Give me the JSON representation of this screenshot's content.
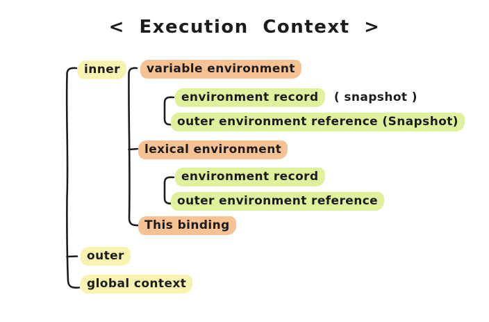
{
  "title": "< Execution Context >",
  "colors": {
    "yellow": "#F9F3B2",
    "orange": "#F6C294",
    "green": "#E0F19E",
    "ink": "#1C1C1C"
  },
  "nodes": {
    "inner": {
      "label": "inner",
      "highlight": "yellow"
    },
    "variable_env": {
      "label": "variable environment",
      "highlight": "orange"
    },
    "env_record_snap": {
      "label": "environment record",
      "suffix": "( snapshot )",
      "highlight": "green"
    },
    "outer_env_ref_snap": {
      "label": "outer environment reference (Snapshot)",
      "highlight": "green"
    },
    "lexical_env": {
      "label": "lexical environment",
      "highlight": "orange"
    },
    "env_record": {
      "label": "environment record",
      "highlight": "green"
    },
    "outer_env_ref": {
      "label": "outer environment reference",
      "highlight": "green"
    },
    "this_binding": {
      "label": "This binding",
      "highlight": "orange"
    },
    "outer": {
      "label": "outer",
      "highlight": "yellow"
    },
    "global_context": {
      "label": "global context",
      "highlight": "yellow"
    }
  }
}
